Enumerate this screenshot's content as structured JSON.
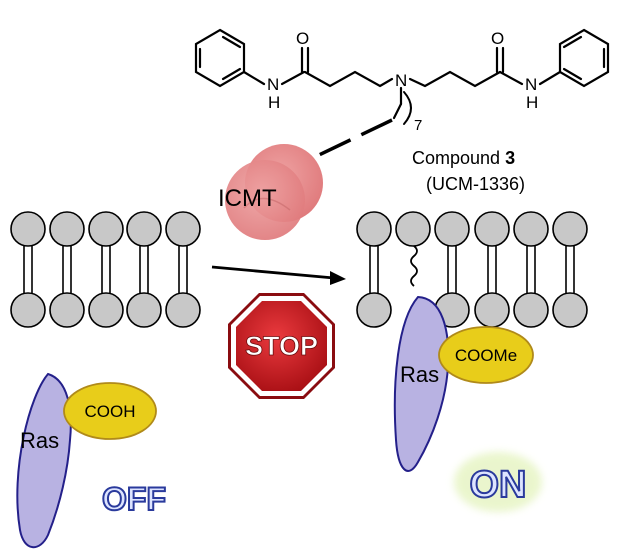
{
  "molecule": {
    "atoms": {
      "o_left": "O",
      "o_right": "O",
      "n_center": "N",
      "nh_left_n": "N",
      "nh_left_h": "H",
      "nh_right_n": "N",
      "nh_right_h": "H",
      "chain_subscript": "7"
    },
    "compound_label": {
      "prefix": "Compound ",
      "number": "3",
      "code": "(UCM-1336)"
    }
  },
  "enzyme": {
    "label": "ICMT",
    "color": "#e5888a"
  },
  "stop_sign": {
    "label": "STOP",
    "color": "#c8161d"
  },
  "left_panel": {
    "protein_label": "Ras",
    "group_label": "COOH",
    "state_label": "OFF"
  },
  "right_panel": {
    "protein_label": "Ras",
    "group_label": "COOMe",
    "state_label": "ON"
  },
  "colors": {
    "lipid_head": "#c8c8c8",
    "ras": "#b8b2e2",
    "ras_outline": "#24208a",
    "carboxyl": "#e8cd1a",
    "carboxyl_outline": "#b08a1a",
    "state_fill": "#dde4ff",
    "state_outline": "#2a3a9c"
  }
}
